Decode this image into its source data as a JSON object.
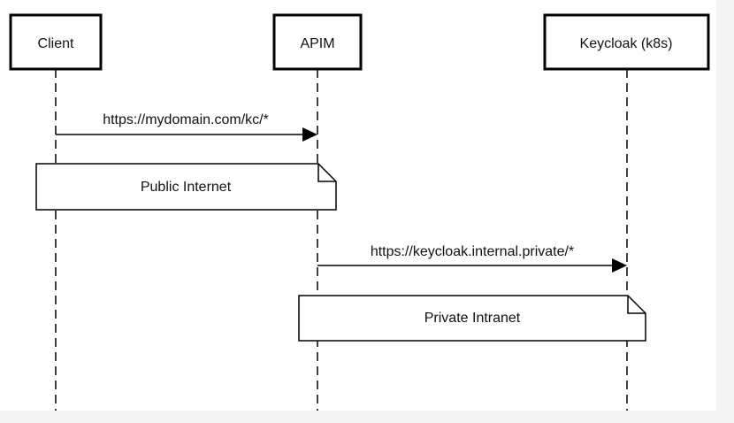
{
  "diagram": {
    "participants": [
      {
        "id": "client",
        "label": "Client"
      },
      {
        "id": "apim",
        "label": "APIM"
      },
      {
        "id": "keycloak",
        "label": "Keycloak (k8s)"
      }
    ],
    "messages": [
      {
        "from": "client",
        "to": "apim",
        "label": "https://mydomain.com/kc/*"
      },
      {
        "from": "apim",
        "to": "keycloak",
        "label": "https://keycloak.internal.private/*"
      }
    ],
    "notes": [
      {
        "over": [
          "client",
          "apim"
        ],
        "text": "Public Internet"
      },
      {
        "over": [
          "apim",
          "keycloak"
        ],
        "text": "Private Intranet"
      }
    ]
  }
}
